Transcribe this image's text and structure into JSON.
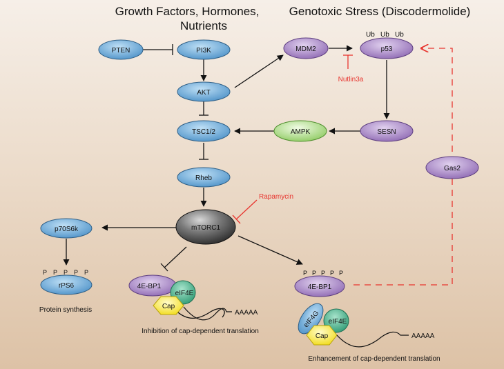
{
  "headers": {
    "growth": [
      "Growth Factors, Hormones,",
      "Nutrients"
    ],
    "stress": "Genotoxic Stress (Discodermolide)"
  },
  "nodes": {
    "pten": "PTEN",
    "pi3k": "PI3K",
    "akt": "AKT",
    "tsc": "TSC1/2",
    "rheb": "Rheb",
    "mtorc1": "mTORC1",
    "mdm2": "MDM2",
    "p53": "p53",
    "ampk": "AMPK",
    "sesn": "SESN",
    "gas2": "Gas2",
    "p70s6k": "p70S6k",
    "rps6": "rPS6",
    "ebp1_left": "4E-BP1",
    "eif4e_left": "eIF4E",
    "cap_left": "Cap",
    "ebp1_right": "4E-BP1",
    "eif4g_right": "eIF4G",
    "eif4e_right": "eIF4E",
    "cap_right": "Cap"
  },
  "inhibitors": {
    "nutlin": "Nutlin3a",
    "rapamycin": "Rapamycin"
  },
  "marks": {
    "ub": [
      "Ub",
      "Ub",
      "Ub"
    ],
    "p": [
      "P",
      "P",
      "P",
      "P",
      "P"
    ],
    "polyA": "AAAAA"
  },
  "captions": {
    "protein": "Protein synthesis",
    "inhibition": "Inhibition of cap-dependent translation",
    "enhancement": "Enhancement of cap-dependent translation"
  },
  "colors": {
    "blue": "#5b9fd0",
    "purple": "#a07dbf",
    "green": "#a9d882",
    "teal": "#48ad8c",
    "yellow": "#f7e640",
    "red": "#e8352f",
    "dark": "#3c3c3c"
  }
}
